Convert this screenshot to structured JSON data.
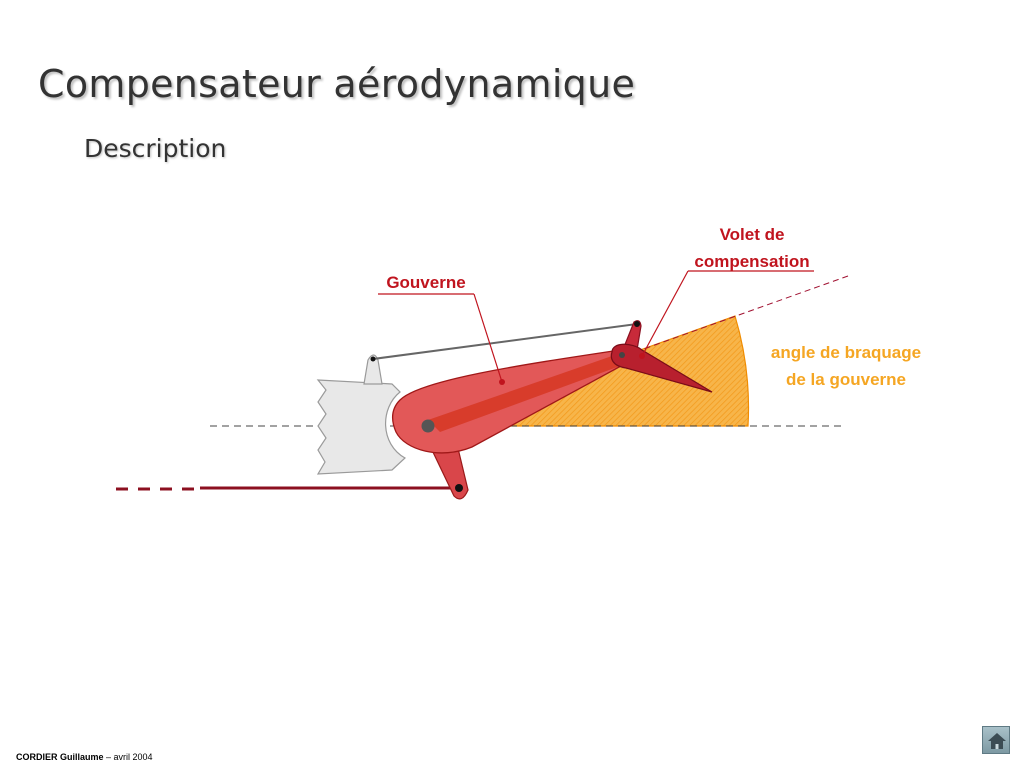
{
  "title": "Compensateur aérodynamique",
  "subtitle": "Description",
  "labels": {
    "gouverne": "Gouverne",
    "volet_line1": "Volet de",
    "volet_line2": "compensation",
    "angle_line1": "angle de braquage",
    "angle_line2": "de la gouverne"
  },
  "footer": {
    "author": "CORDIER Guillaume",
    "date": " – avril 2004"
  },
  "icons": {
    "home": "home-icon"
  },
  "colors": {
    "label_red": "#c0141e",
    "angle_orange": "#f5a623",
    "surface_red": "#de3c3c",
    "rod": "#8c1020"
  }
}
